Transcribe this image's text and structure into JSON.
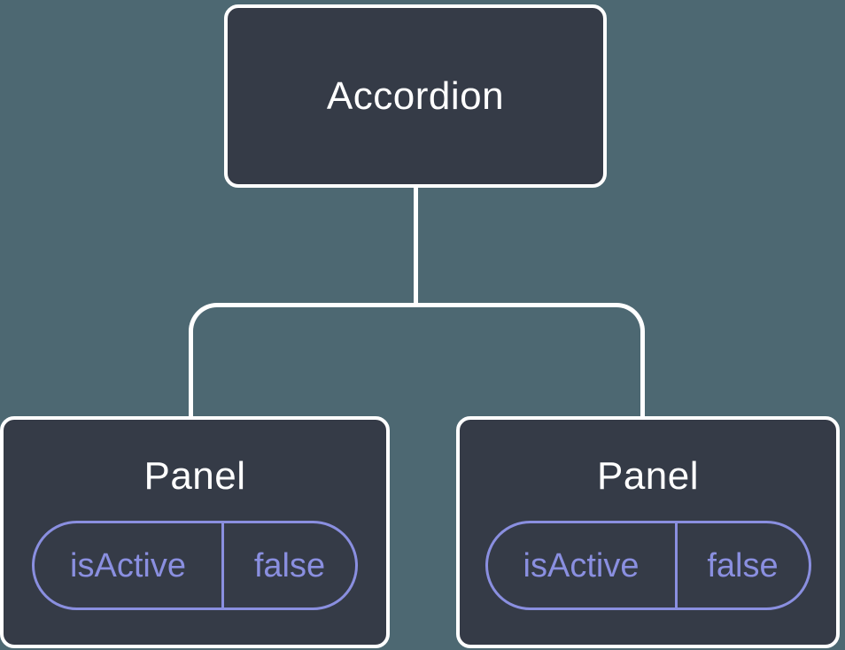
{
  "tree": {
    "root": {
      "label": "Accordion"
    },
    "children": [
      {
        "label": "Panel",
        "state": {
          "name": "isActive",
          "value": "false"
        }
      },
      {
        "label": "Panel",
        "state": {
          "name": "isActive",
          "value": "false"
        }
      }
    ]
  },
  "colors": {
    "canvas_background": "#4d6872",
    "node_background": "#353b47",
    "node_border": "#ffffff",
    "connector": "#ffffff",
    "state_accent": "#8a8fe0",
    "label_text": "#ffffff"
  }
}
